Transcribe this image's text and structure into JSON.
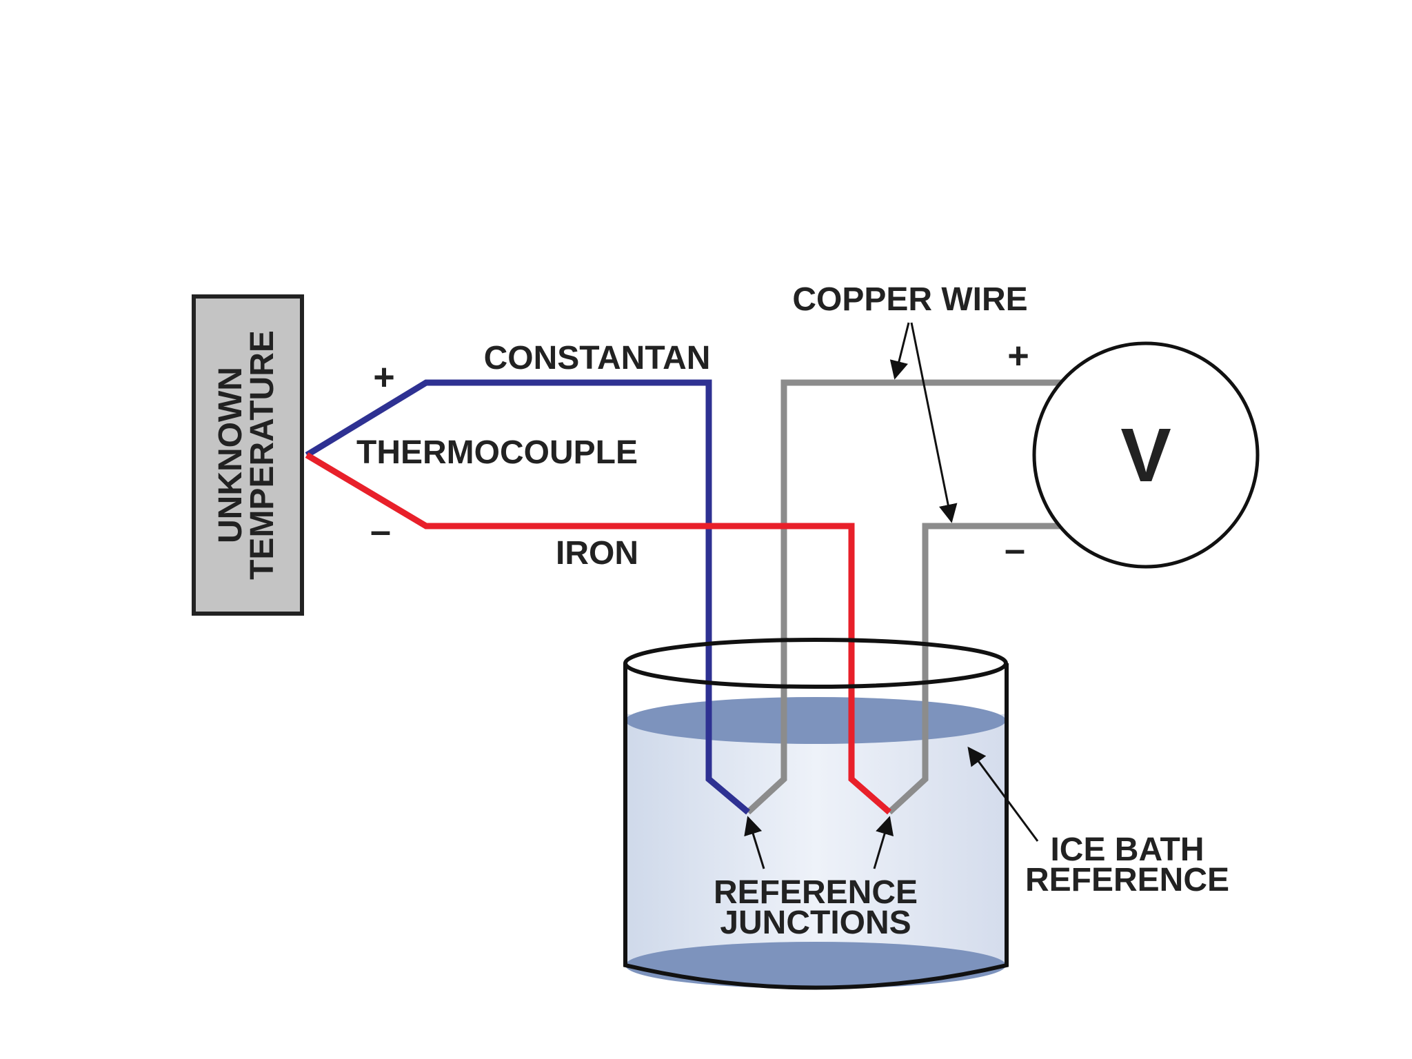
{
  "labels": {
    "unknown_temp_line1": "UNKNOWN",
    "unknown_temp_line2": "TEMPERATURE",
    "constantan": "CONSTANTAN",
    "thermocouple": "THERMOCOUPLE",
    "iron": "IRON",
    "copper_wire": "COPPER WIRE",
    "voltmeter": "V",
    "tc_plus": "+",
    "tc_minus": "–",
    "meter_plus": "+",
    "meter_minus": "–",
    "reference_junctions_line1": "REFERENCE",
    "reference_junctions_line2": "JUNCTIONS",
    "ice_bath_line1": "ICE BATH",
    "ice_bath_line2": "REFERENCE"
  },
  "colors": {
    "constantan_wire": "#2e3192",
    "iron_wire": "#e8202a",
    "copper_wire": "#8c8c8c",
    "sensor_box": "#c4c4c4",
    "water_surface": "#7d93bd",
    "water_body": "#dfe6f2"
  }
}
